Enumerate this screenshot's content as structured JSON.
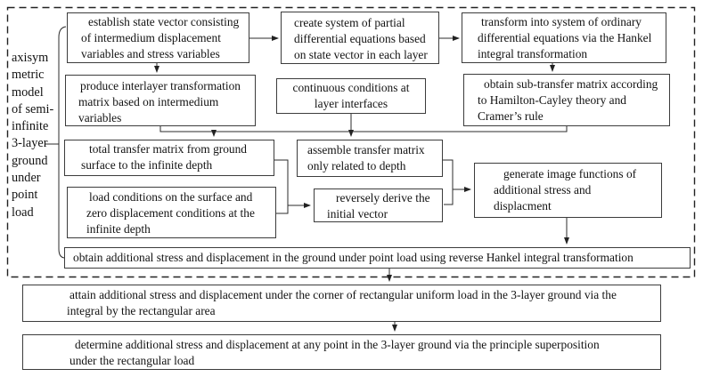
{
  "frame_label": "axisym\nmetric\nmodel\nof semi-\ninfinite\n3-layer\nground\nunder\npoint\nload",
  "boxes": {
    "establish": "establish state vector consisting\nof intermedium displacement\nvariables and stress variables",
    "create": "create system of partial\ndifferential equations based\non state vector in each layer",
    "transform": "transform into system of ordinary\ndifferential equations via the Hankel\nintegral transformation",
    "produce": "produce interlayer transformation\nmatrix based on intermedium\nvariables",
    "continuous": "continuous conditions at\nlayer interfaces",
    "obtain_sub": "obtain sub-transfer matrix according\nto Hamilton-Cayley theory and\nCramer’s rule",
    "total": "total transfer matrix from ground\nsurface to the infinite depth",
    "assemble": "assemble transfer matrix\nonly related to depth",
    "load": "load conditions on the surface and\nzero displacement conditions at the\ninfinite depth",
    "reversely": "reversely derive the\ninitial vector",
    "generate": "generate image functions of\nadditional stress and\ndisplacment",
    "obtain_wide": "obtain additional stress and displacement in the ground under point load using reverse Hankel integral transformation",
    "attain": "attain additional stress and displacement under the corner of rectangular uniform load in the 3-layer ground via the\nintegral by the rectangular area",
    "determine": "determine additional stress and displacement at any point in the 3-layer ground via the principle superposition\nunder the rectangular load"
  },
  "colors": {
    "ink": "#1a1a1a",
    "box_border": "#3c3c3c",
    "background": "#ffffff"
  }
}
